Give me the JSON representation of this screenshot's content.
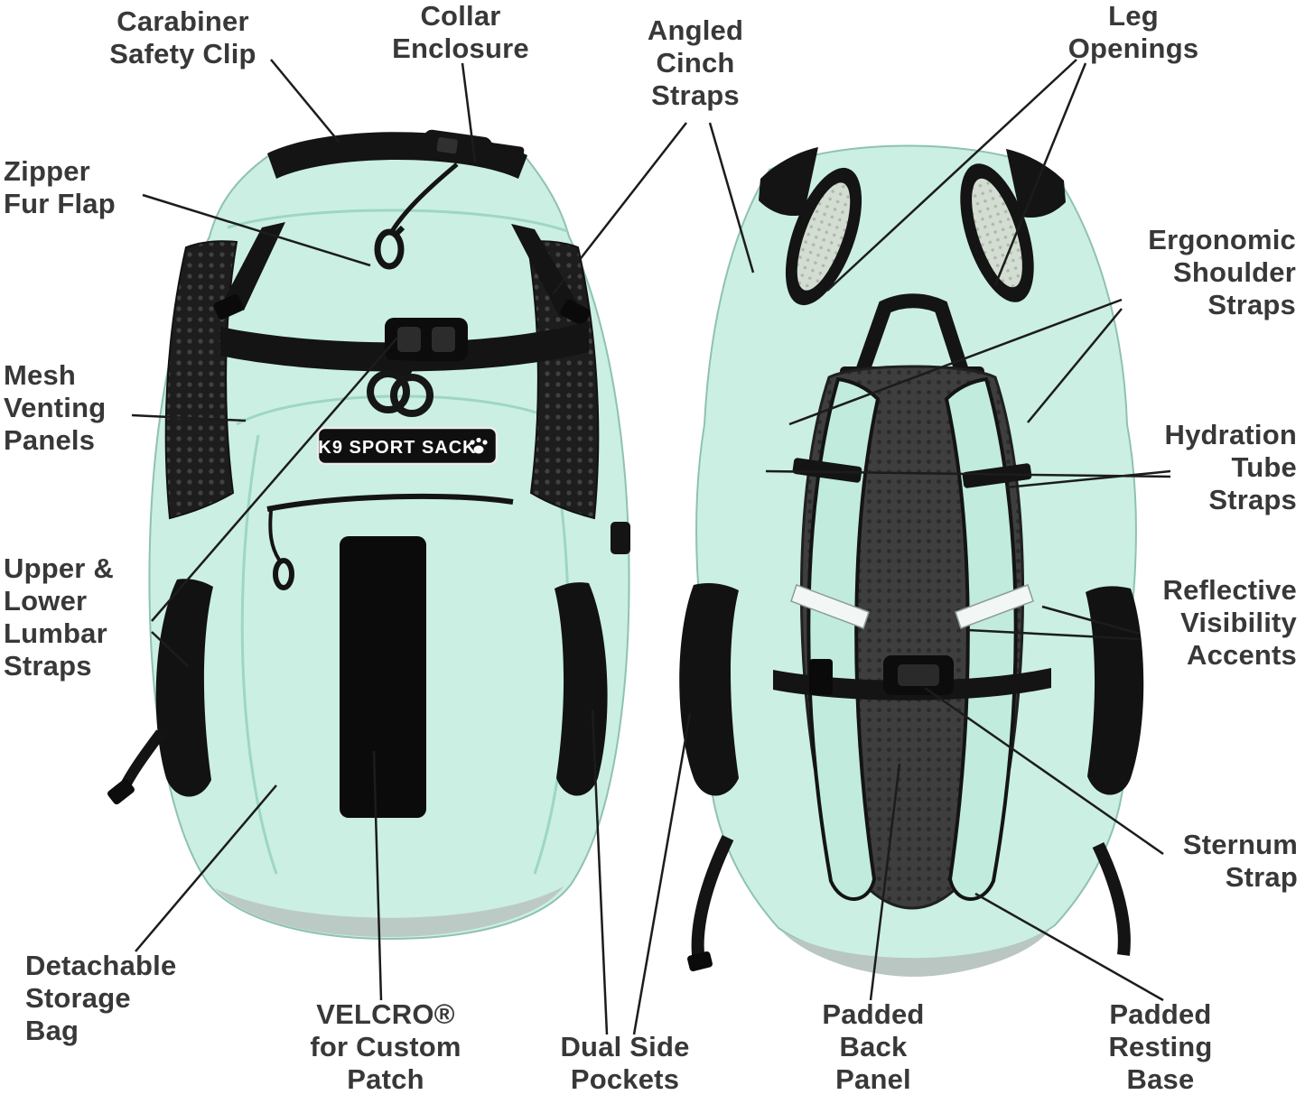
{
  "diagram": {
    "logo_text": "K9 SPORT SACK",
    "colors": {
      "bag_mint": "#cbefe3",
      "accent_black": "#141414",
      "label_text": "#383838",
      "callout_line": "#1c1c1c",
      "mesh_dark": "#1d1d1d",
      "back_panel_gray": "#3e3e3e",
      "reflective_white": "#f2f7f5"
    },
    "labels": [
      {
        "id": "carabiner-safety-clip",
        "text": "Carabiner\nSafety Clip"
      },
      {
        "id": "collar-enclosure",
        "text": "Collar\nEnclosure"
      },
      {
        "id": "angled-cinch-straps",
        "text": "Angled\nCinch\nStraps"
      },
      {
        "id": "leg-openings",
        "text": "Leg\nOpenings"
      },
      {
        "id": "zipper-fur-flap",
        "text": "Zipper\nFur Flap"
      },
      {
        "id": "ergonomic-shoulder-straps",
        "text": "Ergonomic\nShoulder\nStraps"
      },
      {
        "id": "mesh-venting-panels",
        "text": "Mesh\nVenting\nPanels"
      },
      {
        "id": "hydration-tube-straps",
        "text": "Hydration\nTube\nStraps"
      },
      {
        "id": "upper-lower-lumbar-straps",
        "text": "Upper &\nLower\nLumbar\nStraps"
      },
      {
        "id": "reflective-visibility-accents",
        "text": "Reflective\nVisibility\nAccents"
      },
      {
        "id": "sternum-strap",
        "text": "Sternum\nStrap"
      },
      {
        "id": "detachable-storage-bag",
        "text": "Detachable\nStorage\nBag"
      },
      {
        "id": "velcro-custom-patch",
        "text": "VELCRO®\nfor Custom\nPatch"
      },
      {
        "id": "dual-side-pockets",
        "text": "Dual Side\nPockets"
      },
      {
        "id": "padded-back-panel",
        "text": "Padded\nBack\nPanel"
      },
      {
        "id": "padded-resting-base",
        "text": "Padded\nResting\nBase"
      }
    ]
  }
}
